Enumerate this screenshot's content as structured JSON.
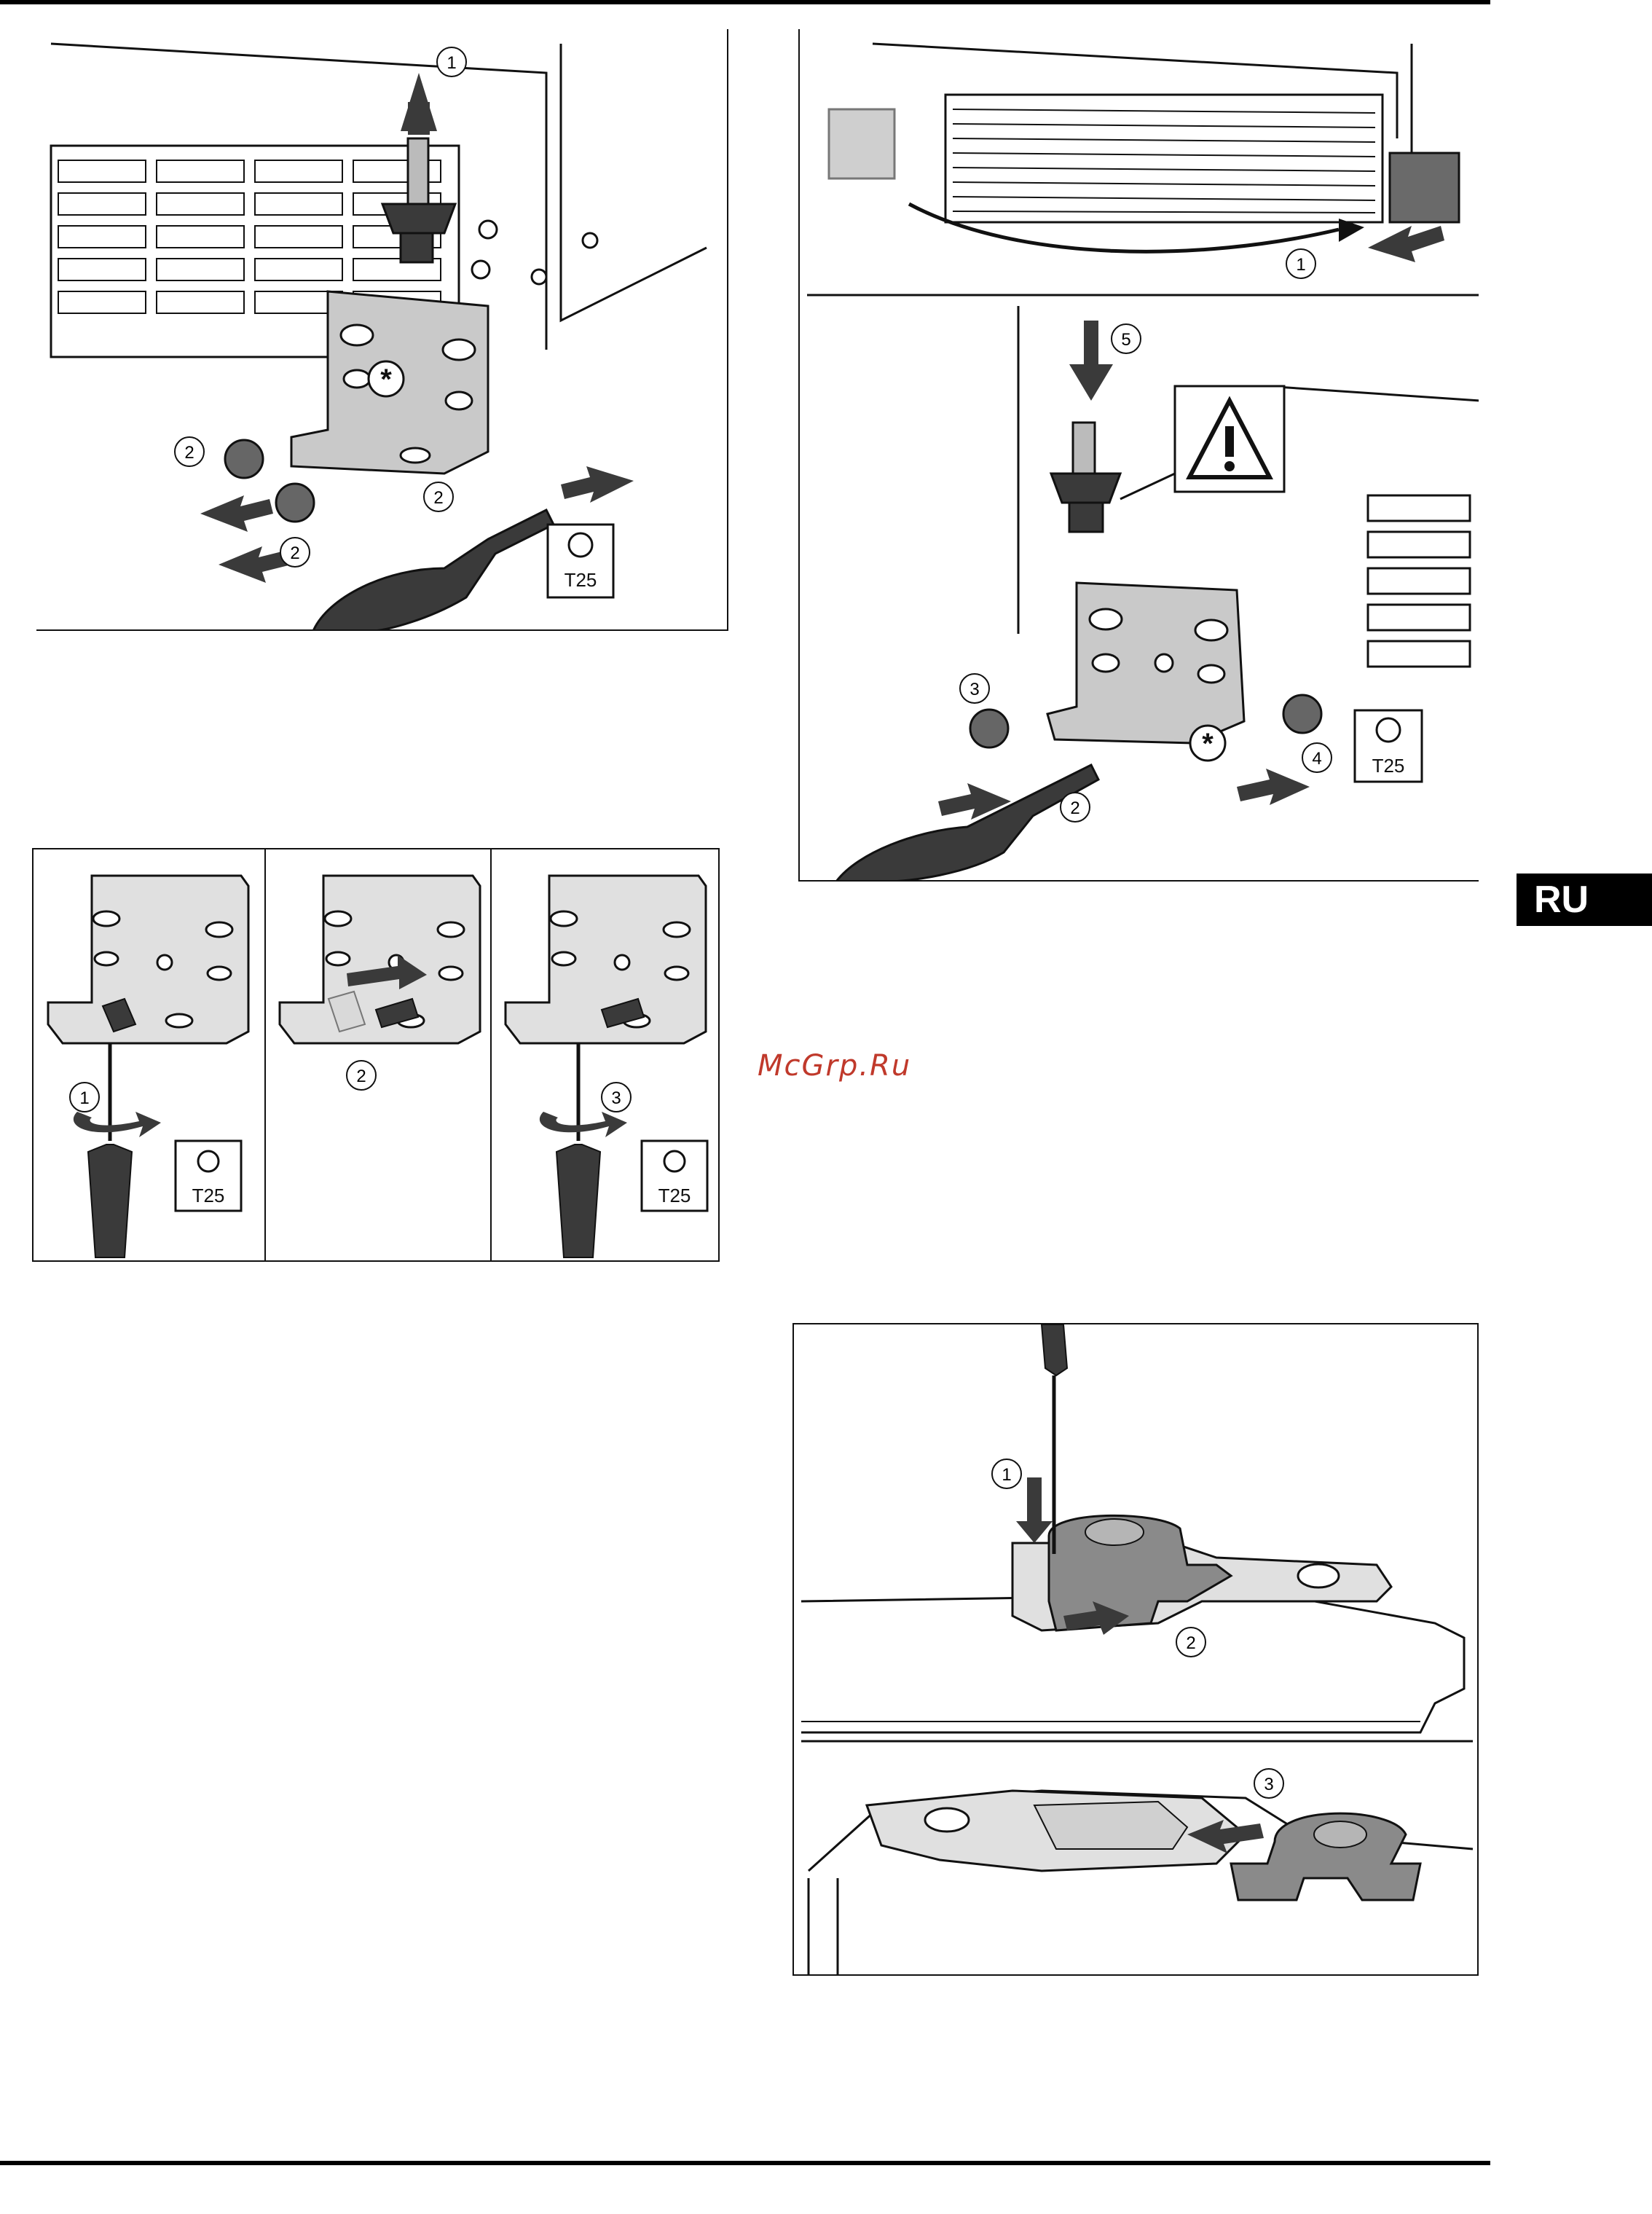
{
  "page": {
    "language_tab": "RU",
    "watermark": "McGrp.Ru"
  },
  "figures": {
    "remove_hinge": {
      "callouts": [
        "1",
        "2",
        "2",
        "2"
      ],
      "tool_label": "T25"
    },
    "cover_swap": {
      "callouts": [
        "1",
        "5",
        "3",
        "4",
        "2"
      ],
      "tool_label": "T25",
      "warning_icon": "warning-triangle-icon"
    },
    "pin_adjust": {
      "steps": [
        "1",
        "2",
        "3"
      ],
      "tool_label": "T25"
    },
    "cap_swap": {
      "callouts": [
        "1",
        "2",
        "3"
      ]
    }
  },
  "colors": {
    "ink": "#111111",
    "metal": "#c9c9c9",
    "dark_part": "#3a3a3a",
    "cap": "#8a8a8a"
  }
}
